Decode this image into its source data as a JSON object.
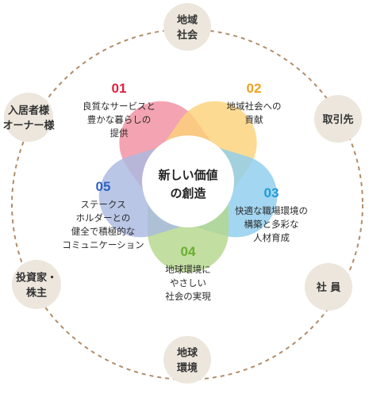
{
  "center": {
    "lines": [
      "新しい価値",
      "の創造"
    ]
  },
  "petals": [
    {
      "number": "01",
      "lines": [
        "良質なサービスと",
        "豊かな暮らしの",
        "提供"
      ],
      "color": "#f08fa0",
      "number_color": "#e02040"
    },
    {
      "number": "02",
      "lines": [
        "地域社会への",
        "貢献"
      ],
      "color": "#fbd27a",
      "number_color": "#f0a020"
    },
    {
      "number": "03",
      "lines": [
        "快適な職場環境の",
        "構築と多彩な",
        "人材育成"
      ],
      "color": "#8fcdee",
      "number_color": "#1e9ad6"
    },
    {
      "number": "04",
      "lines": [
        "地球環境に",
        "やさしい",
        "社会の実現"
      ],
      "color": "#b5d78c",
      "number_color": "#6aae2e"
    },
    {
      "number": "05",
      "lines": [
        "ステークス",
        "ホルダーとの",
        "健全で積極的な",
        "コミュニケーション"
      ],
      "color": "#a9b9e0",
      "number_color": "#2f64c0"
    }
  ],
  "stakeholders": [
    {
      "lines": [
        "地域",
        "社会"
      ]
    },
    {
      "lines": [
        "取引先"
      ]
    },
    {
      "lines": [
        "社 員"
      ]
    },
    {
      "lines": [
        "地球",
        "環境"
      ]
    },
    {
      "lines": [
        "投資家・",
        "株主"
      ]
    },
    {
      "lines": [
        "入居者様",
        "オーナー様"
      ]
    }
  ],
  "colors": {
    "ring": "#b08d6a",
    "stakeholder_fill": "#ece6dc",
    "center_fill": "#ffffff"
  }
}
